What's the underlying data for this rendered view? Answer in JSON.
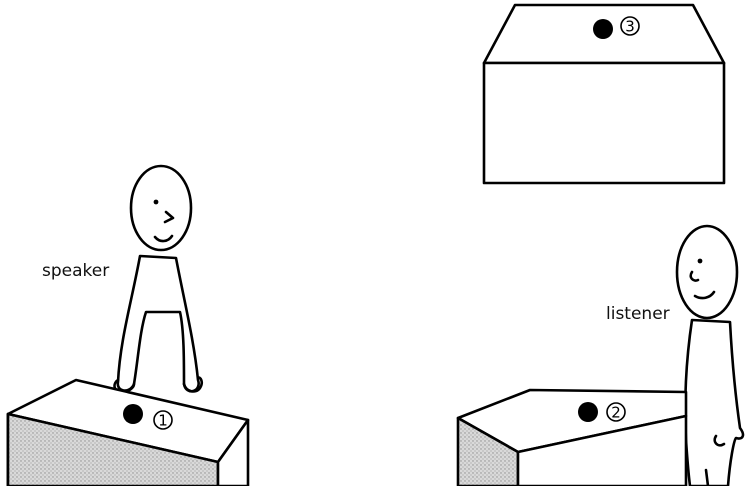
{
  "labels": {
    "speaker": "speaker",
    "listener": "listener"
  },
  "markers": [
    {
      "id": "1",
      "text": "1"
    },
    {
      "id": "2",
      "text": "2"
    },
    {
      "id": "3",
      "text": "3"
    }
  ],
  "colors": {
    "ink": "#000000",
    "background": "#ffffff",
    "shade": "#cfcfcf"
  }
}
